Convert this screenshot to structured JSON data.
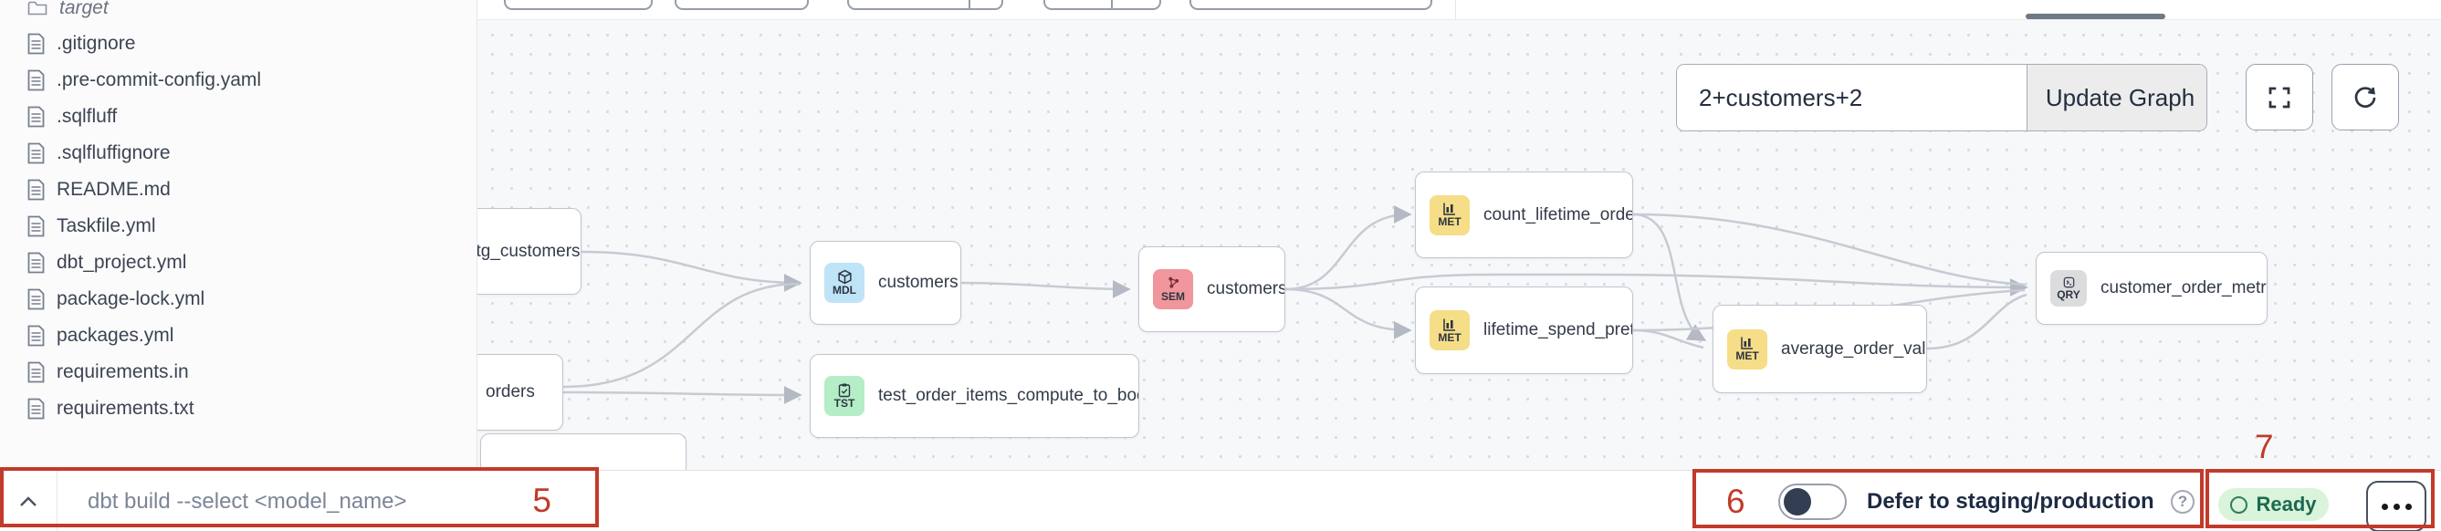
{
  "annotations": {
    "color": "#c23a2a",
    "marks": [
      {
        "id": "5",
        "target": "command-input"
      },
      {
        "id": "6",
        "target": "defer-toggle"
      },
      {
        "id": "7",
        "target": "status-and-menu"
      }
    ]
  },
  "sidebar": {
    "items": [
      {
        "name": "target",
        "type": "folder"
      },
      {
        "name": ".gitignore",
        "type": "file"
      },
      {
        "name": ".pre-commit-config.yaml",
        "type": "file"
      },
      {
        "name": ".sqlfluff",
        "type": "file"
      },
      {
        "name": ".sqlfluffignore",
        "type": "file"
      },
      {
        "name": "README.md",
        "type": "file"
      },
      {
        "name": "Taskfile.yml",
        "type": "file"
      },
      {
        "name": "dbt_project.yml",
        "type": "file"
      },
      {
        "name": "package-lock.yml",
        "type": "file"
      },
      {
        "name": "packages.yml",
        "type": "file"
      },
      {
        "name": "requirements.in",
        "type": "file"
      },
      {
        "name": "requirements.txt",
        "type": "file"
      }
    ]
  },
  "graph": {
    "controls": {
      "selector_value": "2+customers+2",
      "update_button": "Update Graph"
    },
    "badge_colors": {
      "MDL": "#bfe3f7",
      "SEM": "#f0969c",
      "MET": "#f6dd87",
      "TST": "#b4edc6",
      "QRY": "#dcdcde"
    },
    "nodes": [
      {
        "label": "stg_customers",
        "badge": null
      },
      {
        "label": "orders",
        "badge": null
      },
      {
        "label": "customers",
        "badge": "MDL"
      },
      {
        "label": "test_order_items_compute_to_bools...",
        "badge": "TST"
      },
      {
        "label": "customers",
        "badge": "SEM"
      },
      {
        "label": "count_lifetime_orders",
        "badge": "MET"
      },
      {
        "label": "lifetime_spend_pretax",
        "badge": "MET"
      },
      {
        "label": "average_order_value",
        "badge": "MET"
      },
      {
        "label": "customer_order_metrics",
        "badge": "QRY"
      }
    ],
    "edges": [
      {
        "from": "stg_customers",
        "to": "customers (MDL)"
      },
      {
        "from": "orders",
        "to": "customers (MDL)"
      },
      {
        "from": "orders",
        "to": "test_order_items_compute_to_bools..."
      },
      {
        "from": "customers (MDL)",
        "to": "customers (SEM)"
      },
      {
        "from": "customers (SEM)",
        "to": "count_lifetime_orders"
      },
      {
        "from": "customers (SEM)",
        "to": "lifetime_spend_pretax"
      },
      {
        "from": "customers (SEM)",
        "to": "customer_order_metrics"
      },
      {
        "from": "count_lifetime_orders",
        "to": "customer_order_metrics"
      },
      {
        "from": "count_lifetime_orders",
        "to": "average_order_value"
      },
      {
        "from": "lifetime_spend_pretax",
        "to": "customer_order_metrics"
      },
      {
        "from": "lifetime_spend_pretax",
        "to": "average_order_value"
      },
      {
        "from": "average_order_value",
        "to": "customer_order_metrics"
      }
    ]
  },
  "command_bar": {
    "placeholder": "dbt build --select <model_name>"
  },
  "defer": {
    "label": "Defer to staging/production",
    "help_symbol": "?",
    "enabled": false
  },
  "status": {
    "label": "Ready"
  }
}
